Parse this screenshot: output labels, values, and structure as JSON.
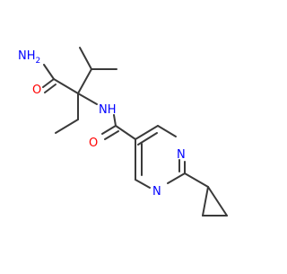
{
  "colors": {
    "bond": "#3a3a3a",
    "oxygen": "#ff0000",
    "nitrogen": "#0000ff",
    "background": "#ffffff"
  },
  "atoms": {
    "amine_n": "NH",
    "amine_h2": "2",
    "amide_o_top": "O",
    "amide_nh": "NH",
    "amide_o_bottom": "O",
    "ring_n_upper": "N",
    "ring_n_lower": "N"
  }
}
